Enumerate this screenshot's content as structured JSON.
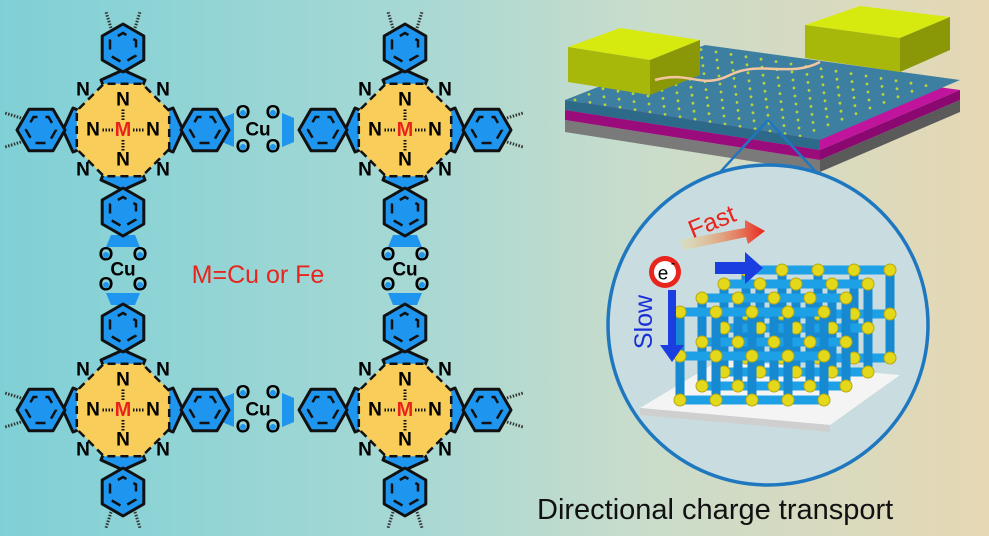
{
  "structure": {
    "metal_label": "M",
    "nitrogen_label": "N",
    "linker_metal_label": "Cu",
    "oxygen_label": "O",
    "legend": "M=Cu or Fe"
  },
  "schematic": {
    "fast_label": "Fast",
    "slow_label": "Slow",
    "electron_label": "e",
    "electron_charge": "-"
  },
  "caption": "Directional charge transport",
  "colors": {
    "ring_blue": "#1e96f0",
    "core_yellow": "#f9cd5a",
    "metal_red": "#e8241c",
    "electrode": "#d6ea10",
    "substrate_magenta": "#c0149c",
    "circle_stroke": "#1f77c0"
  }
}
